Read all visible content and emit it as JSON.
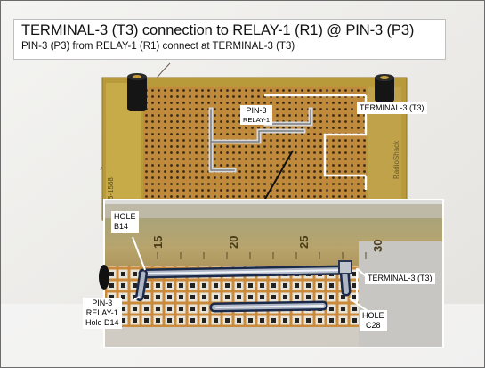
{
  "header": {
    "title": "TERMINAL-3 (T3) connection to RELAY-1 (R1) @ PIN-3 (P3)",
    "subtitle": "PIN-3 (P3) from RELAY-1 (R1) connect at TERMINAL-3 (T3)"
  },
  "callouts": {
    "pin3_top": {
      "line1": "PIN-3",
      "line2": "RELAY-1"
    },
    "terminal3_top": "TERMINAL-3 (T3)",
    "hole_b14": {
      "line1": "HOLE",
      "line2": "B14"
    },
    "terminal3_inset": "TERMINAL-3 (T3)",
    "pin3_inset": {
      "line1": "PIN-3",
      "line2": "RELAY-1",
      "line3": "Hole D14"
    },
    "hole_c28": {
      "line1": "HOLE",
      "line2": "C28"
    }
  },
  "board_print": {
    "part_number": "276-1588",
    "brand": "RadioShack",
    "ruler_numbers": [
      "15",
      "20",
      "25",
      "30"
    ]
  },
  "colors": {
    "board": "#b89a3a",
    "copper": "#c9863e",
    "solder": "#b8bcc0",
    "annotation": "#ffffff"
  }
}
